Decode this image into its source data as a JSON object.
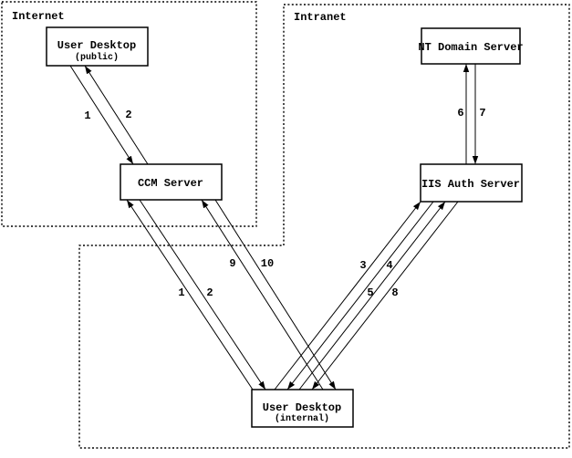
{
  "diagram": {
    "zones": {
      "internet": {
        "label": "Internet"
      },
      "intranet": {
        "label": "Intranet"
      }
    },
    "nodes": {
      "user_desktop_public": {
        "title": "User Desktop",
        "subtitle": "(public)"
      },
      "ccm_server": {
        "title": "CCM Server"
      },
      "nt_domain_server": {
        "title": "NT Domain Server"
      },
      "iis_auth_server": {
        "title": "IIS Auth Server"
      },
      "user_desktop_internal": {
        "title": "User Desktop",
        "subtitle": "(internal)"
      }
    },
    "flows": [
      {
        "label": "1",
        "from": "User Desktop (public)",
        "to": "CCM Server"
      },
      {
        "label": "2",
        "from": "CCM Server",
        "to": "User Desktop (public)"
      },
      {
        "label": "1",
        "from": "User Desktop (internal)",
        "to": "CCM Server"
      },
      {
        "label": "2",
        "from": "CCM Server",
        "to": "User Desktop (internal)"
      },
      {
        "label": "9",
        "from": "User Desktop (internal)",
        "to": "CCM Server"
      },
      {
        "label": "10",
        "from": "CCM Server",
        "to": "User Desktop (internal)"
      },
      {
        "label": "3",
        "from": "User Desktop (internal)",
        "to": "IIS Auth Server"
      },
      {
        "label": "4",
        "from": "IIS Auth Server",
        "to": "User Desktop (internal)"
      },
      {
        "label": "5",
        "from": "User Desktop (internal)",
        "to": "IIS Auth Server"
      },
      {
        "label": "8",
        "from": "IIS Auth Server",
        "to": "User Desktop (internal)"
      },
      {
        "label": "6",
        "from": "IIS Auth Server",
        "to": "NT Domain Server"
      },
      {
        "label": "7",
        "from": "NT Domain Server",
        "to": "IIS Auth Server"
      }
    ],
    "colors": {
      "line": "#000000",
      "background": "#ffffff"
    }
  }
}
